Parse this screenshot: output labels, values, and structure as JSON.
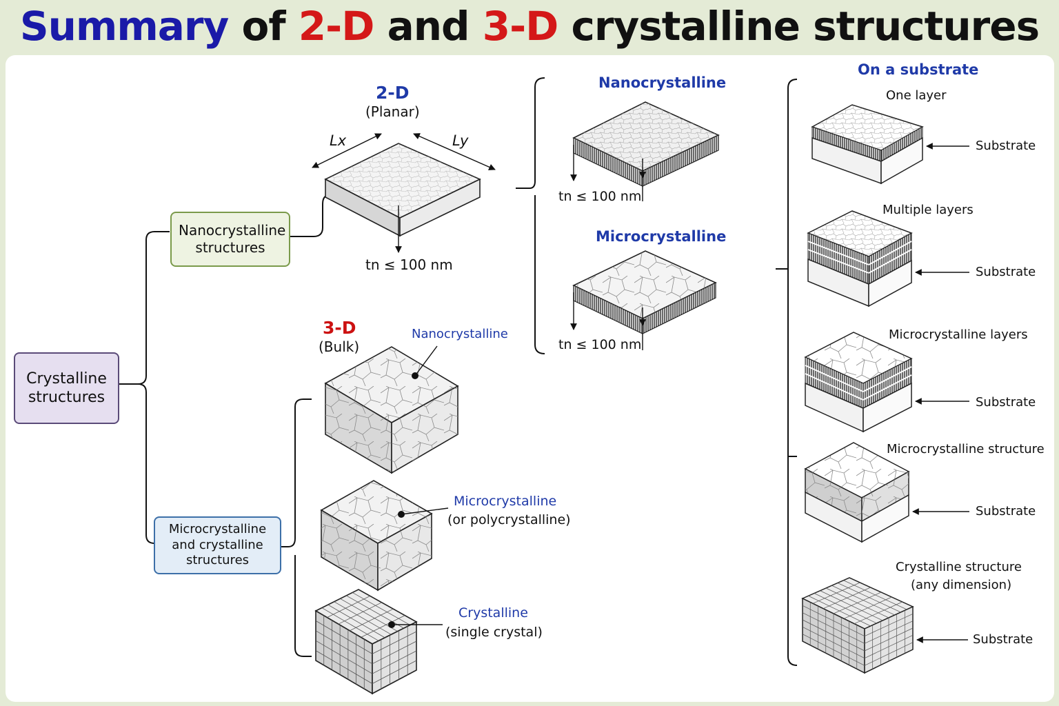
{
  "title": {
    "part1": "Summary",
    "part2": " of ",
    "part3": "2-D",
    "part4": " and ",
    "part5": "3-D",
    "part6": " crystalline structures"
  },
  "tree": {
    "root": "Crystalline structures",
    "branch_nano": "Nanocrystalline structures",
    "branch_micro": "Microcrystalline and crystalline structures"
  },
  "twod": {
    "heading": "2-D",
    "subheading": "(Planar)",
    "lx": "Lx",
    "ly": "Ly",
    "thickness": "tn ≤ 100 nm"
  },
  "twod_types": {
    "nano_label": "Nanocrystalline",
    "nano_thickness": "tn ≤ 100 nm",
    "micro_label": "Microcrystalline",
    "micro_thickness": "tn ≤ 100 nm"
  },
  "threed": {
    "heading": "3-D",
    "subheading": "(Bulk)",
    "nano_label": "Nanocrystalline",
    "micro_label": "Microcrystalline",
    "micro_note": "(or polycrystalline)",
    "cryst_label": "Crystalline",
    "cryst_note": "(single crystal)"
  },
  "substrate": {
    "heading": "On a substrate",
    "items": [
      {
        "label": "One layer",
        "substrate": "Substrate"
      },
      {
        "label": "Multiple layers",
        "substrate": "Substrate"
      },
      {
        "label": "Microcrystalline layers",
        "substrate": "Substrate"
      },
      {
        "label": "Microcrystalline structure",
        "substrate": "Substrate"
      },
      {
        "label": "Crystalline structure",
        "label2": "(any dimension)",
        "substrate": "Substrate"
      }
    ]
  },
  "colors": {
    "blue": "#1f3aa8",
    "red": "#cc1111",
    "root_fill": "#e6dff0",
    "nano_fill": "#eef3e2",
    "micro_fill": "#e3edf7"
  }
}
